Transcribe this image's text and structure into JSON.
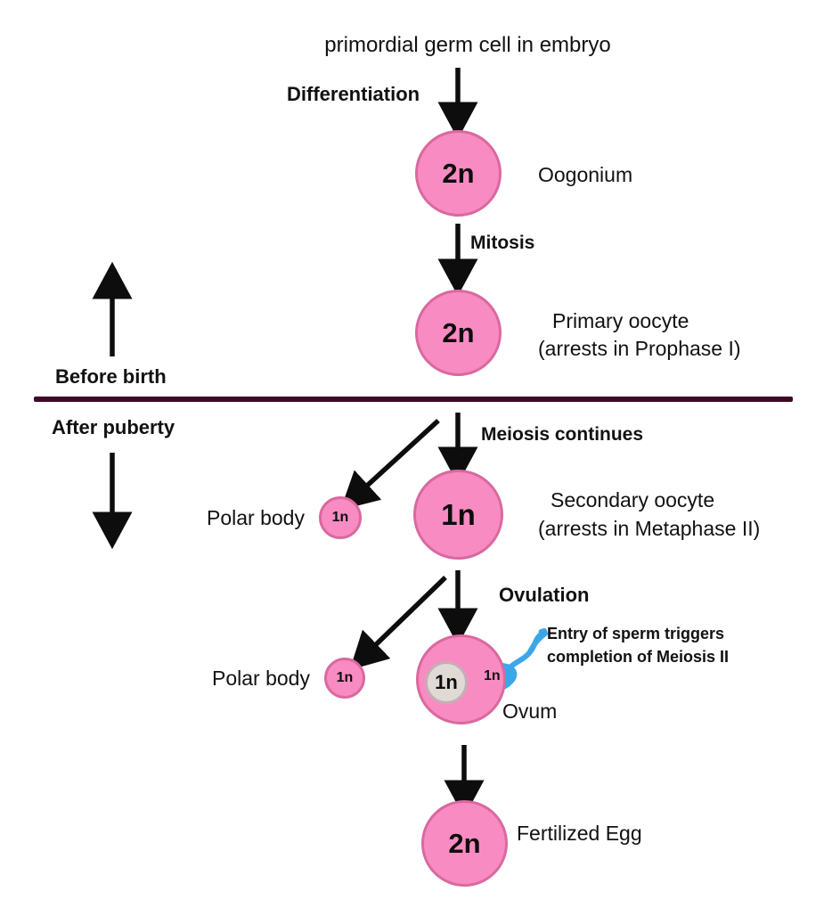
{
  "diagram": {
    "title": "primordial germ cell in embryo",
    "colors": {
      "cell_fill": "#F98BC3",
      "cell_border": "#D9699E",
      "nucleus_fill": "#E0DAD7",
      "nucleus_border": "#C5AEB4",
      "sperm": "#3BA7EA",
      "divider": "#3D0A26",
      "arrow": "#0d0d0d",
      "text": "#111111",
      "background": "#ffffff"
    }
  },
  "phases": {
    "before_birth": "Before birth",
    "after_puberty": "After puberty"
  },
  "steps": [
    {
      "id": "differentiation",
      "label": "Differentiation"
    },
    {
      "id": "mitosis",
      "label": "Mitosis"
    },
    {
      "id": "meiosis-continues",
      "label": "Meiosis continues"
    },
    {
      "id": "ovulation",
      "label": "Ovulation"
    }
  ],
  "cells": [
    {
      "id": "oogonium",
      "ploidy": "2n",
      "name": "Oogonium"
    },
    {
      "id": "primary-oocyte",
      "ploidy": "2n",
      "name": "Primary oocyte",
      "note": "(arrests in Prophase I)"
    },
    {
      "id": "secondary-oocyte",
      "ploidy": "1n",
      "name": "Secondary oocyte",
      "note": "(arrests in Metaphase II)"
    },
    {
      "id": "ovum",
      "ploidy": "1n",
      "name": "Ovum"
    },
    {
      "id": "fertilized-egg",
      "ploidy": "2n",
      "name": "Fertilized Egg"
    }
  ],
  "polar_bodies": [
    {
      "id": "polar-body-1",
      "label": "Polar body",
      "ploidy": "1n"
    },
    {
      "id": "polar-body-2",
      "label": "Polar body",
      "ploidy": "1n"
    }
  ],
  "sperm": {
    "ploidy": "1n",
    "annotation_line1": "Entry of sperm triggers",
    "annotation_line2": "completion of Meiosis II"
  }
}
